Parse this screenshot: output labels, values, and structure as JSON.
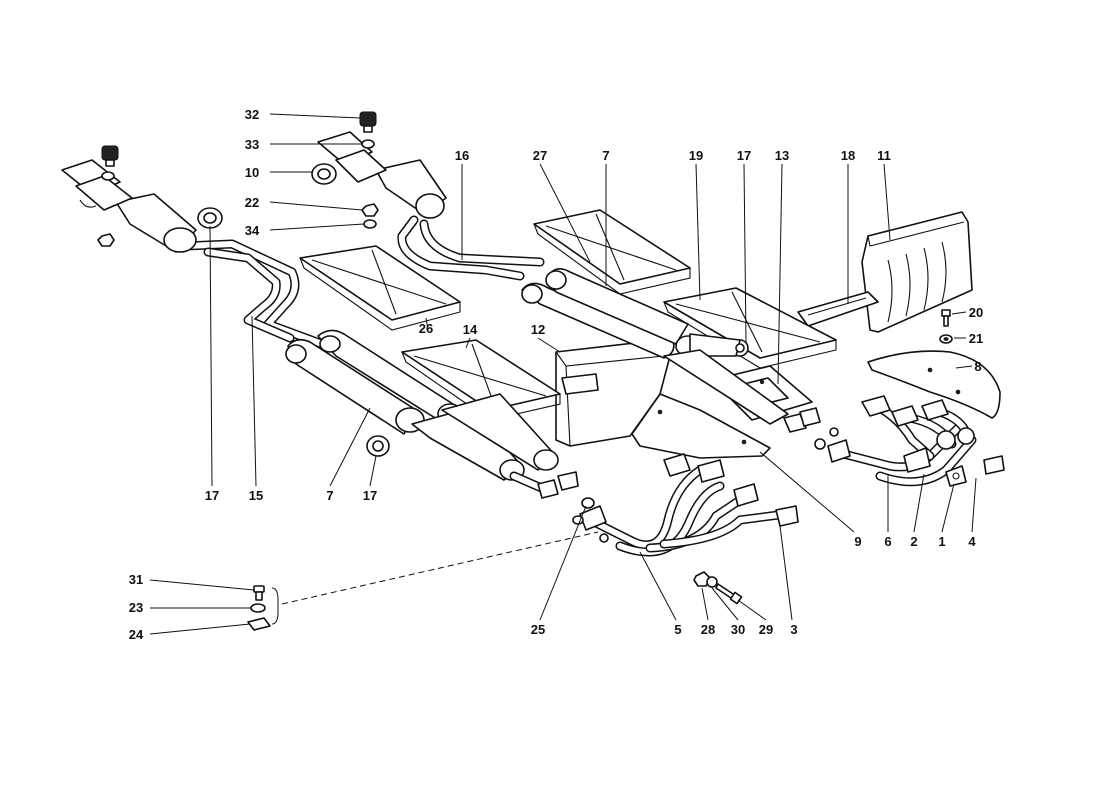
{
  "callouts": [
    {
      "id": "c1",
      "label": "1"
    },
    {
      "id": "c2",
      "label": "2"
    },
    {
      "id": "c3",
      "label": "3"
    },
    {
      "id": "c4",
      "label": "4"
    },
    {
      "id": "c5",
      "label": "5"
    },
    {
      "id": "c6",
      "label": "6"
    },
    {
      "id": "c7a",
      "label": "7"
    },
    {
      "id": "c7b",
      "label": "7"
    },
    {
      "id": "c8",
      "label": "8"
    },
    {
      "id": "c9",
      "label": "9"
    },
    {
      "id": "c10",
      "label": "10"
    },
    {
      "id": "c11",
      "label": "11"
    },
    {
      "id": "c12",
      "label": "12"
    },
    {
      "id": "c13",
      "label": "13"
    },
    {
      "id": "c14",
      "label": "14"
    },
    {
      "id": "c15",
      "label": "15"
    },
    {
      "id": "c16",
      "label": "16"
    },
    {
      "id": "c17a",
      "label": "17"
    },
    {
      "id": "c17b",
      "label": "17"
    },
    {
      "id": "c17c",
      "label": "17"
    },
    {
      "id": "c18",
      "label": "18"
    },
    {
      "id": "c19",
      "label": "19"
    },
    {
      "id": "c20",
      "label": "20"
    },
    {
      "id": "c21",
      "label": "21"
    },
    {
      "id": "c22",
      "label": "22"
    },
    {
      "id": "c23",
      "label": "23"
    },
    {
      "id": "c24",
      "label": "24"
    },
    {
      "id": "c25",
      "label": "25"
    },
    {
      "id": "c26",
      "label": "26"
    },
    {
      "id": "c27",
      "label": "27"
    },
    {
      "id": "c28",
      "label": "28"
    },
    {
      "id": "c29",
      "label": "29"
    },
    {
      "id": "c30",
      "label": "30"
    },
    {
      "id": "c31",
      "label": "31"
    },
    {
      "id": "c32",
      "label": "32"
    },
    {
      "id": "c33",
      "label": "33"
    },
    {
      "id": "c34",
      "label": "34"
    }
  ]
}
